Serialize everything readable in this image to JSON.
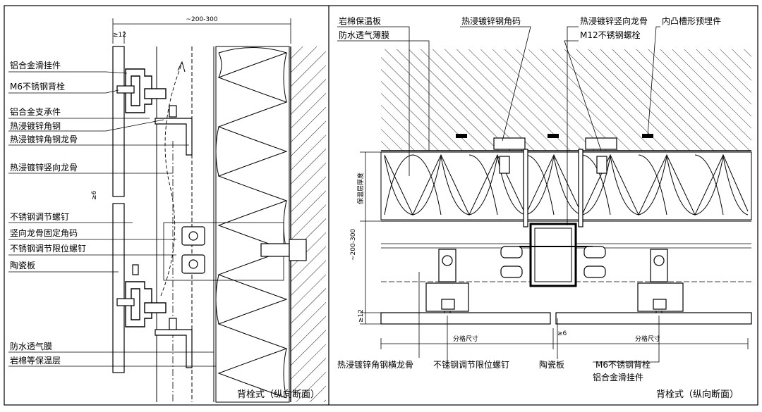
{
  "left_panel": {
    "dim_top": "~200-300",
    "dim_gap_top": "≥12",
    "dim_gap_side": "≥6",
    "labels": [
      "铝合金滑挂件",
      "M6不锈钢背栓",
      "铝合金支承件",
      "热浸镀锌角钢",
      "热浸镀锌角钢龙骨",
      "热浸镀锌竖向龙骨",
      "不锈钢调节螺钉",
      "竖向龙骨固定角码",
      "不锈钢调节限位螺钉",
      "陶瓷板",
      "防水透气膜",
      "岩棉等保温层"
    ],
    "caption": "背栓式（纵向断面）"
  },
  "right_panel": {
    "top_labels": [
      "岩棉保温板",
      "防水透气薄膜",
      "热浸镀锌钢角码",
      "热浸镀锌竖向龙骨",
      "M12不锈钢螺栓",
      "内凸槽形预埋件"
    ],
    "dim_insulation": "保温层厚度",
    "dim_depth": "~200-300",
    "dim_gap": "≥12",
    "dim_joint": "≥6",
    "grid_size_left": "分格尺寸",
    "grid_size_right": "分格尺寸",
    "bottom_labels": [
      "热浸镀锌角钢横龙骨",
      "不锈钢调节限位螺钉",
      "陶瓷板",
      "M6不锈钢背栓",
      "铝合金滑挂件"
    ],
    "caption": "背栓式（纵向断面）"
  }
}
